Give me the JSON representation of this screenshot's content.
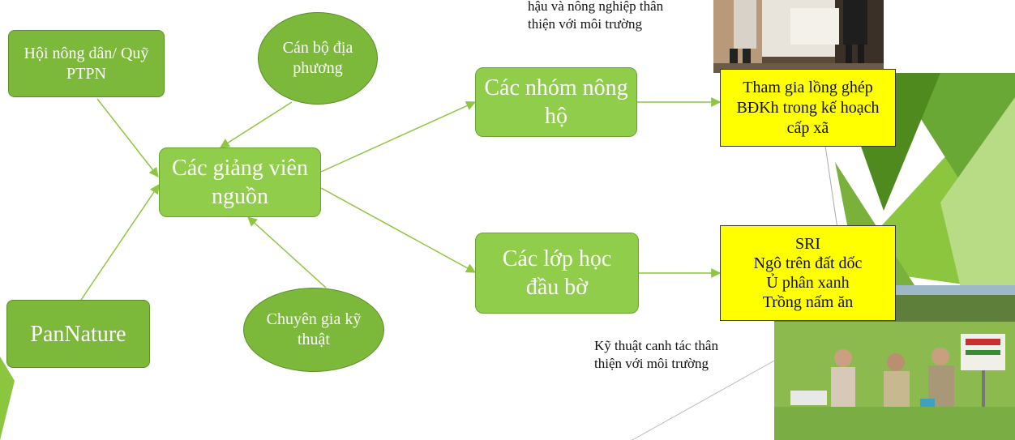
{
  "nodes": {
    "farmers_union": "Hội nông dân/ Quỹ PTPN",
    "local_officials": "Cán bộ địa phương",
    "resource_trainers": "Các giảng viên nguồn",
    "farmer_groups": "Các nhóm nông hộ",
    "field_classes": "Các lớp học đầu bờ",
    "pannature": "PanNature",
    "technical_experts": "Chuyên gia kỹ thuật"
  },
  "outcomes": {
    "integration": "Tham gia lồng ghép BĐKh trong kế hoạch cấp xã",
    "techniques": [
      "SRI",
      "Ngô trên đất dốc",
      "Ủ phân xanh",
      "Trồng nấm ăn"
    ]
  },
  "captions": {
    "top_line1": "hậu và nông nghiệp thân",
    "top_line2": "thiện với môi trường",
    "bottom_line1": "Kỹ thuật canh tác thân",
    "bottom_line2": "thiện với môi trường"
  },
  "colors": {
    "node_green": "#7cb83a",
    "node_light_green": "#8fcd4a",
    "arrow": "#8ec63f",
    "outcome_fill": "#ffff00",
    "accent_dark": "#4f8a1f"
  }
}
